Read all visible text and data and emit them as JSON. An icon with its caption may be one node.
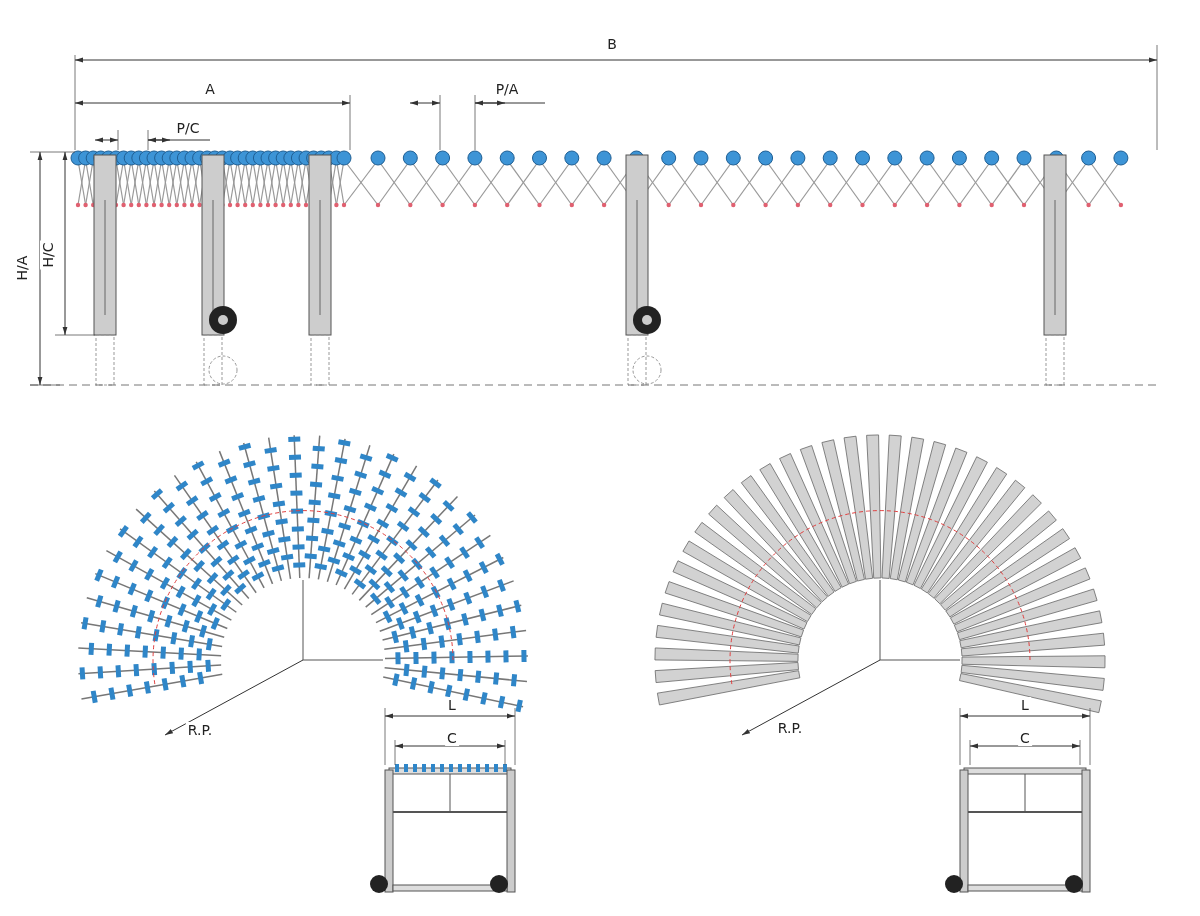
{
  "diagram": {
    "labels": [
      "B",
      "A",
      "P/A",
      "P/C",
      "H/A",
      "H/C",
      "R.P.",
      "L",
      "C",
      "R.P.",
      "L",
      "C"
    ]
  }
}
